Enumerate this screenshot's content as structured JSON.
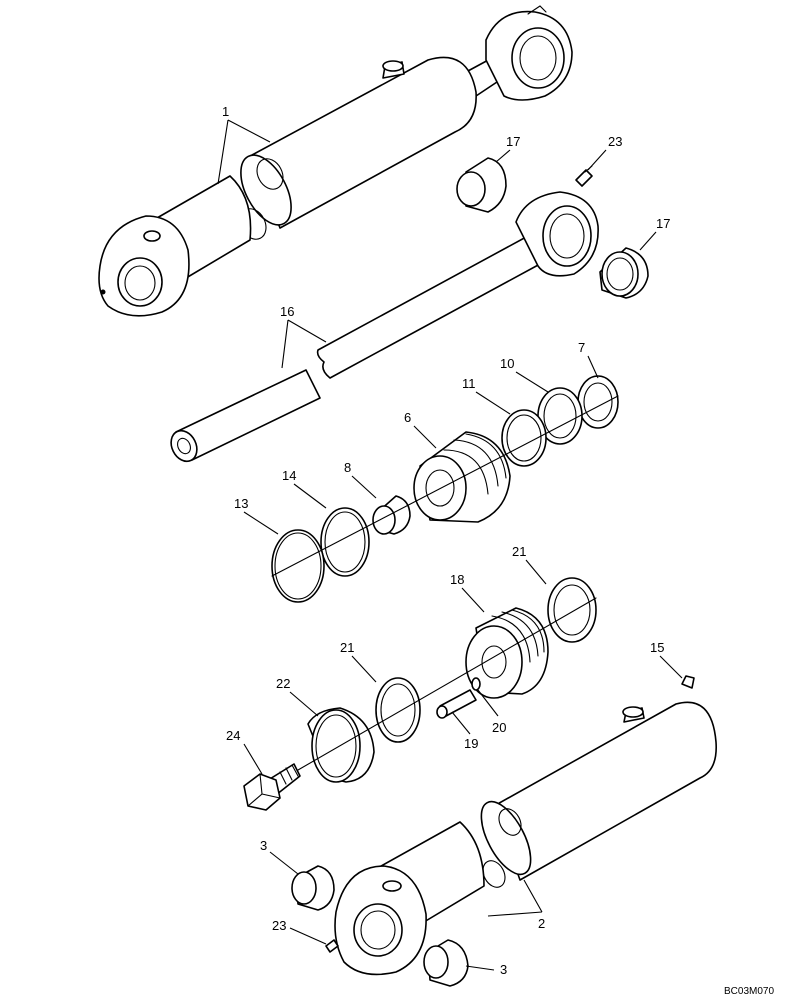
{
  "drawing_code": "BC03M070",
  "callouts": [
    {
      "label": "1"
    },
    {
      "label": "17"
    },
    {
      "label": "23"
    },
    {
      "label": "17"
    },
    {
      "label": "16"
    },
    {
      "label": "7"
    },
    {
      "label": "10"
    },
    {
      "label": "11"
    },
    {
      "label": "6"
    },
    {
      "label": "8"
    },
    {
      "label": "14"
    },
    {
      "label": "13"
    },
    {
      "label": "21"
    },
    {
      "label": "18"
    },
    {
      "label": "21"
    },
    {
      "label": "22"
    },
    {
      "label": "15"
    },
    {
      "label": "24"
    },
    {
      "label": "19"
    },
    {
      "label": "20"
    },
    {
      "label": "3"
    },
    {
      "label": "2"
    },
    {
      "label": "23"
    },
    {
      "label": "3"
    }
  ]
}
